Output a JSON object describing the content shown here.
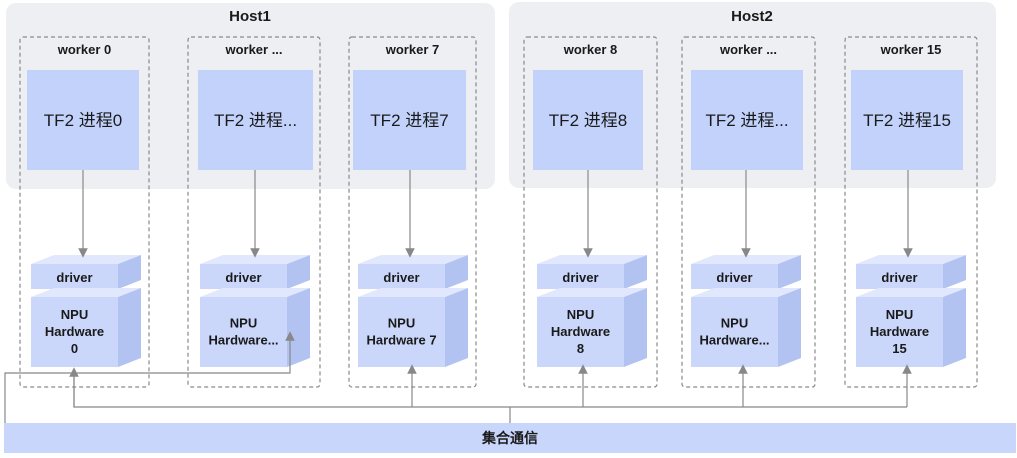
{
  "hosts": [
    {
      "title": "Host1"
    },
    {
      "title": "Host2"
    }
  ],
  "workers": [
    {
      "title": "worker 0",
      "process": "TF2 进程0",
      "driver": "driver",
      "npu": [
        "NPU",
        "Hardware",
        "0"
      ]
    },
    {
      "title": "worker ...",
      "process": "TF2 进程...",
      "driver": "driver",
      "npu": [
        "NPU",
        "Hardware..."
      ]
    },
    {
      "title": "worker 7",
      "process": "TF2 进程7",
      "driver": "driver",
      "npu": [
        "NPU",
        "Hardware 7"
      ]
    },
    {
      "title": "worker 8",
      "process": "TF2 进程8",
      "driver": "driver",
      "npu": [
        "NPU",
        "Hardware",
        "8"
      ]
    },
    {
      "title": "worker ...",
      "process": "TF2 进程...",
      "driver": "driver",
      "npu": [
        "NPU",
        "Hardware..."
      ]
    },
    {
      "title": "worker 15",
      "process": "TF2 进程15",
      "driver": "driver",
      "npu": [
        "NPU",
        "Hardware",
        "15"
      ]
    }
  ],
  "bus": {
    "label": "集合通信"
  },
  "colors": {
    "host_bg": "#eeeff3",
    "process_fill": "#c3d2fb",
    "cube_front": "#cad7fb",
    "cube_top": "#e1e8fd",
    "cube_side": "#b2c3f2",
    "bus_fill": "#c9d6fb",
    "line": "#888888",
    "dash": "#8a8a8a"
  }
}
